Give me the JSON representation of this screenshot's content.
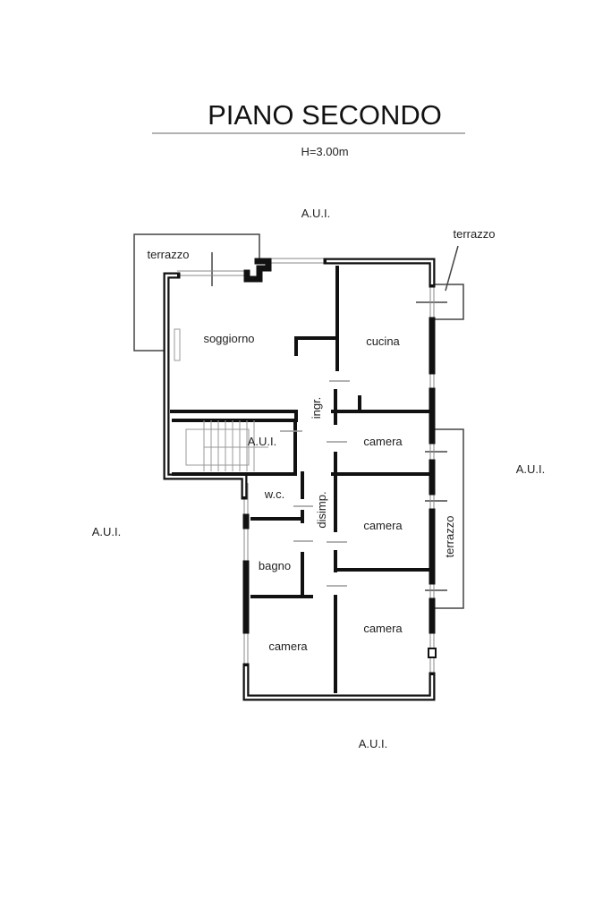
{
  "header": {
    "title": "PIANO SECONDO",
    "height_note": "H=3.00m"
  },
  "labels": {
    "aui_top": "A.U.I.",
    "aui_right": "A.U.I.",
    "aui_left": "A.U.I.",
    "aui_bottom": "A.U.I.",
    "aui_stairs": "A.U.I.",
    "terrazzo_left": "terrazzo",
    "terrazzo_top_right": "terrazzo",
    "terrazzo_right": "terrazzo",
    "soggiorno": "soggiorno",
    "cucina": "cucina",
    "ingr": "ingr.",
    "camera_1": "camera",
    "camera_2": "camera",
    "camera_3": "camera",
    "camera_4": "camera",
    "wc": "w.c.",
    "bagno": "bagno",
    "disimp": "disimp."
  }
}
